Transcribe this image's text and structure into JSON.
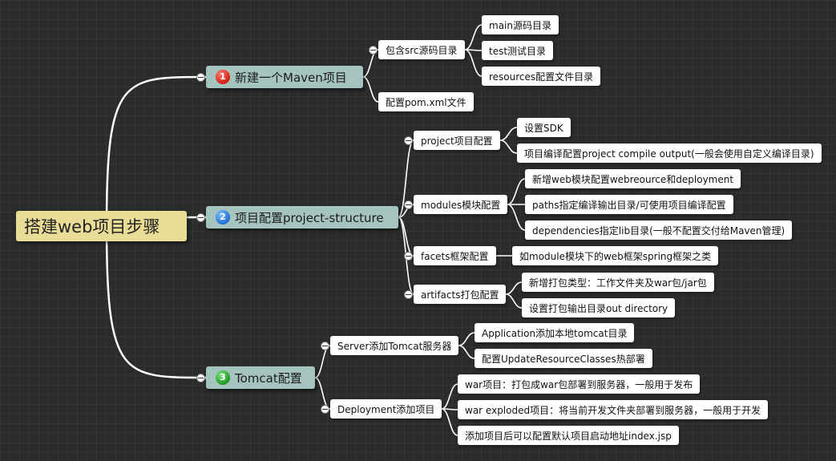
{
  "root": {
    "label": "搭建web项目步骤"
  },
  "nodes": {
    "n1": {
      "badge": "1",
      "label": "新建一个Maven项目"
    },
    "n1a": {
      "label": "包含src源码目录"
    },
    "n1a1": {
      "label": "main源码目录"
    },
    "n1a2": {
      "label": "test测试目录"
    },
    "n1a3": {
      "label": "resources配置文件目录"
    },
    "n1b": {
      "label": "配置pom.xml文件"
    },
    "n2": {
      "badge": "2",
      "label": "项目配置project-structure"
    },
    "n2a": {
      "label": "project项目配置"
    },
    "n2a1": {
      "label": "设置SDK"
    },
    "n2a2": {
      "label": "项目编译配置project compile output(一般会使用自定义编译目录)"
    },
    "n2b": {
      "label": "modules模块配置"
    },
    "n2b1": {
      "label": "新增web模块配置webreource和deployment"
    },
    "n2b2": {
      "label": "paths指定编译输出目录/可使用项目编译配置"
    },
    "n2b3": {
      "label": "dependencies指定lib目录(一般不配置交付给Maven管理)"
    },
    "n2c": {
      "label": "facets框架配置"
    },
    "n2c1": {
      "label": "如module模块下的web框架spring框架之类"
    },
    "n2d": {
      "label": "artifacts打包配置"
    },
    "n2d1": {
      "label": "新增打包类型：工作文件夹及war包/jar包"
    },
    "n2d2": {
      "label": "设置打包输出目录out directory"
    },
    "n3": {
      "badge": "3",
      "label": "Tomcat配置"
    },
    "n3a": {
      "label": "Server添加Tomcat服务器"
    },
    "n3a1": {
      "label": "Application添加本地tomcat目录"
    },
    "n3a2": {
      "label": "配置UpdateResourceClasses热部署"
    },
    "n3b": {
      "label": "Deployment添加项目"
    },
    "n3b1": {
      "label": "war项目：打包成war包部署到服务器，一般用于发布"
    },
    "n3b2": {
      "label": "war exploded项目：将当前开发文件夹部署到服务器，一般用于开发"
    },
    "n3b3": {
      "label": "添加项目后可以配置默认项目启动地址index.jsp"
    }
  },
  "colors": {
    "background": "#2a2c2b",
    "root_fill": "#e9dc96",
    "main_fill": "#a5c4c0",
    "leaf_fill": "#ffffff",
    "wire": "#ffffff",
    "badge_1": "#d31f10",
    "badge_2": "#1f6fd3",
    "badge_3": "#1f9a22"
  }
}
